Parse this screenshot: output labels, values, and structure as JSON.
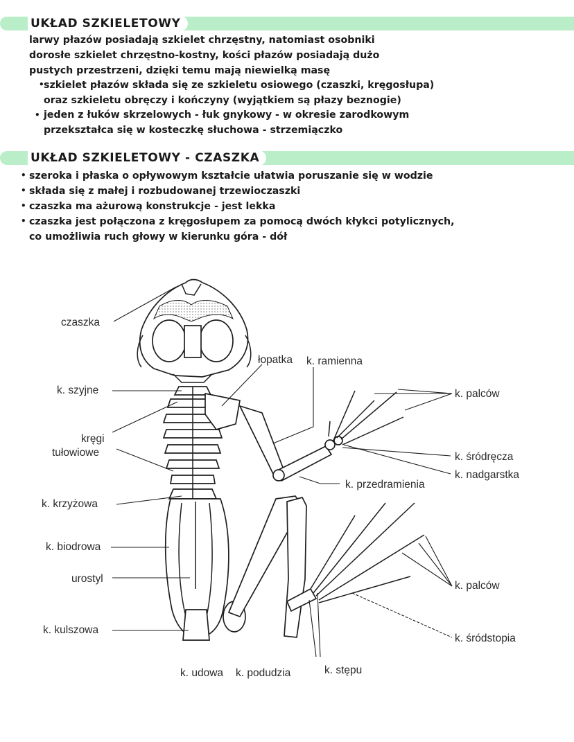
{
  "section1": {
    "heading": "UKŁAD SZKIELETOWY",
    "para": [
      "larwy płazów posiadają szkielet chrzęstny, natomiast osobniki",
      "dorosłe szkielet chrzęstno-kostny, kości płazów posiadają dużo",
      "pustych przestrzeni, dzięki temu mają niewielką masę"
    ],
    "bullets": [
      [
        "szkielet płazów składa się ze szkieletu osiowego (czaszki, kręgosłupa)",
        "oraz szkieletu obręczy i kończyny (wyjątkiem są płazy beznogie)"
      ],
      [
        "jeden z łuków skrzelowych - łuk gnykowy - w okresie zarodkowym",
        "przekształca się w kosteczkę słuchowa - strzemiączko"
      ]
    ]
  },
  "section2": {
    "heading": "UKŁAD SZKIELETOWY - CZASZKA",
    "bullets": [
      [
        "szeroka i płaska o opływowym kształcie ułatwia poruszanie się w wodzie"
      ],
      [
        "składa się z małej i rozbudowanej trzewioczaszki"
      ],
      [
        "czaszka ma ażurową konstrukcje - jest lekka"
      ],
      [
        "czaszka jest połączona z kręgosłupem za pomocą dwóch kłykci potylicznych,",
        "co umożliwia ruch głowy w kierunku góra - dół"
      ]
    ]
  },
  "figure": {
    "labels": {
      "czaszka": "czaszka",
      "szyjne": "k. szyjne",
      "kregi1": "kręgi",
      "kregi2": "tułowiowe",
      "krzyzowa": "k. krzyżowa",
      "biodrowa": "k. biodrowa",
      "urostyl": "urostyl",
      "kulszowa": "k. kulszowa",
      "udowa": "k. udowa",
      "podudzia": "k. podudzia",
      "stepu": "k. stępu",
      "lopatka": "łopatka",
      "ramienna": "k. ramienna",
      "palcow_top": "k. palców",
      "srodrecza": "k. śródręcza",
      "nadgarstka": "k. nadgarstka",
      "przedramienia": "k. przedramienia",
      "palcow_bottom": "k. palców",
      "srodstopia": "k. śródstopia"
    }
  },
  "colors": {
    "accent_band": "#b9eec8",
    "text": "#1a1a1a"
  }
}
